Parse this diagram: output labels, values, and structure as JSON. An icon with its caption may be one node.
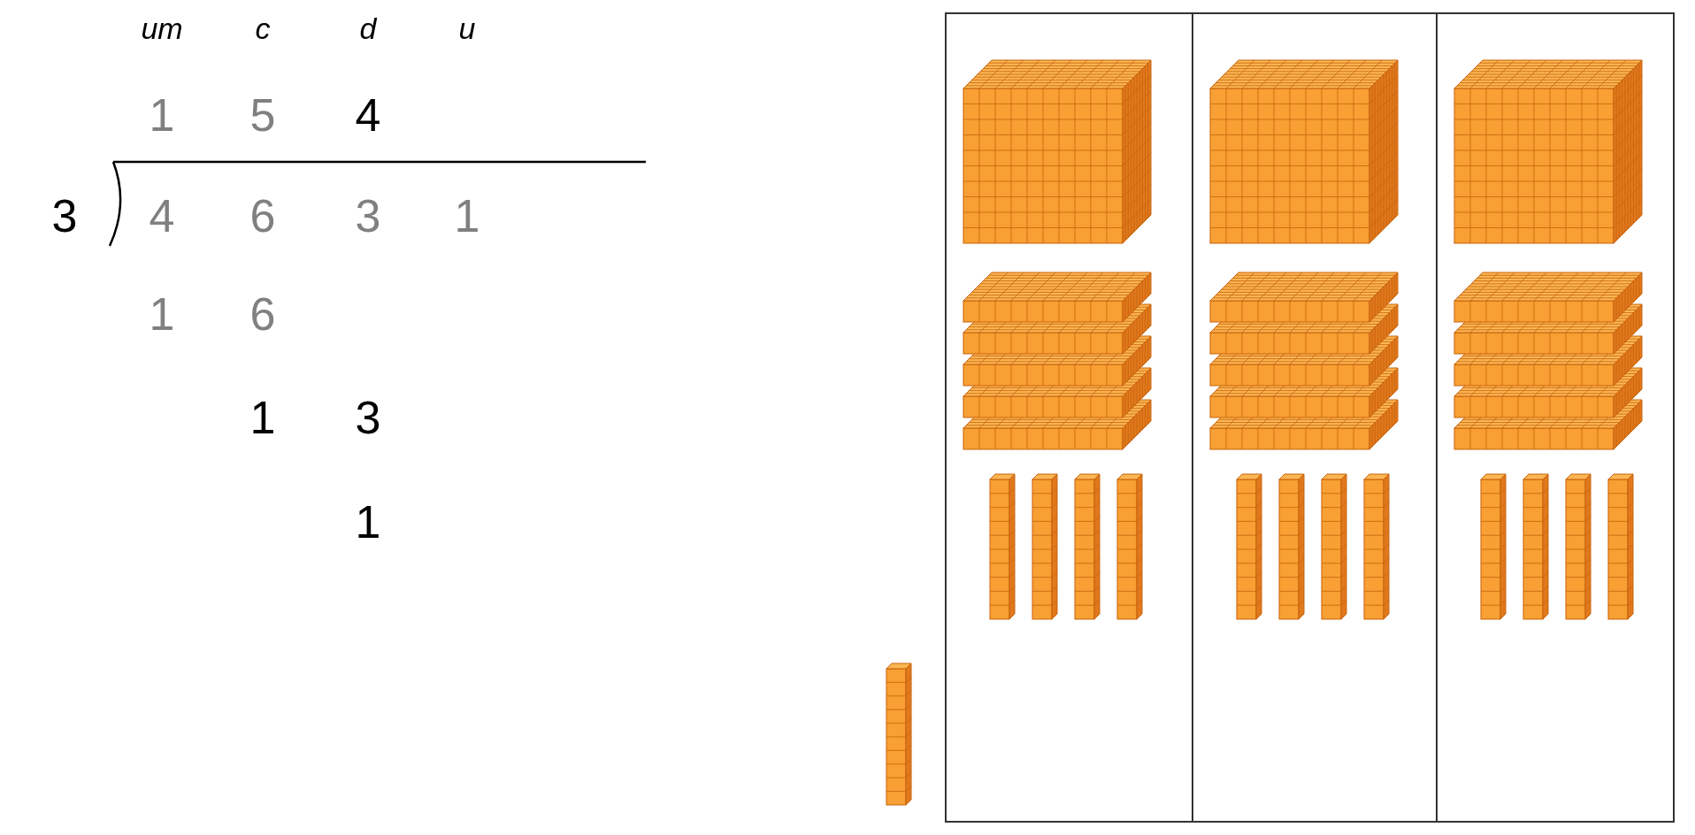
{
  "diagram": {
    "labels": [
      "um",
      "c",
      "d",
      "u",
      "1",
      "5",
      "4",
      "3",
      "4",
      "6",
      "3",
      "1",
      "1",
      "6",
      "1",
      "3",
      "1"
    ]
  }
}
